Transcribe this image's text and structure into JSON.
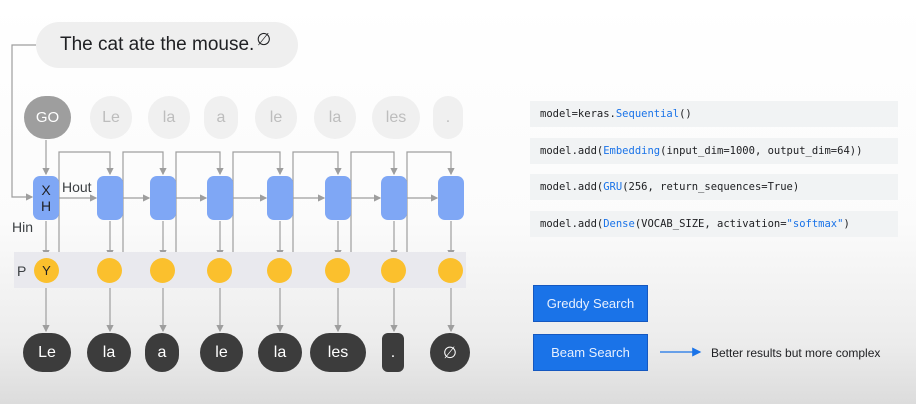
{
  "diagram": {
    "input_sentence": "The cat ate the mouse.",
    "end_symbol": "∅",
    "go_token": "GO",
    "decoder_inputs": [
      "Le",
      "la",
      "a",
      "le",
      "la",
      "les",
      "."
    ],
    "outputs": [
      "Le",
      "la",
      "a",
      "le",
      "la",
      "les",
      ".",
      "∅"
    ],
    "first_cell_labels": {
      "x": "X",
      "h": "H"
    },
    "first_dot_label": "Y",
    "labels": {
      "hout": "Hout",
      "hin": "Hin",
      "p": "P"
    },
    "colors": {
      "cell": "#7fa7f5",
      "prob": "#fbc02d",
      "output_token": "#3c3c3c",
      "go": "#9e9e9e"
    }
  },
  "code": {
    "line1": {
      "a": "model=keras.",
      "b": "Sequential",
      "c": "()"
    },
    "line2": {
      "a": "model.add(",
      "b": "Embedding",
      "c": "(input_dim=1000, output_dim=64))"
    },
    "line3": {
      "a": "model.add(",
      "b": "GRU",
      "c": "(256, return_sequences=True)"
    },
    "line4": {
      "a": "model.add(",
      "b": "Dense",
      "c": "(VOCAB_SIZE, activation=",
      "d": "\"softmax\"",
      "e": ")"
    }
  },
  "buttons": {
    "greedy": "Greddy Search",
    "beam": "Beam Search",
    "beam_note": "Better results but more complex"
  },
  "accent": "#1a73e8"
}
